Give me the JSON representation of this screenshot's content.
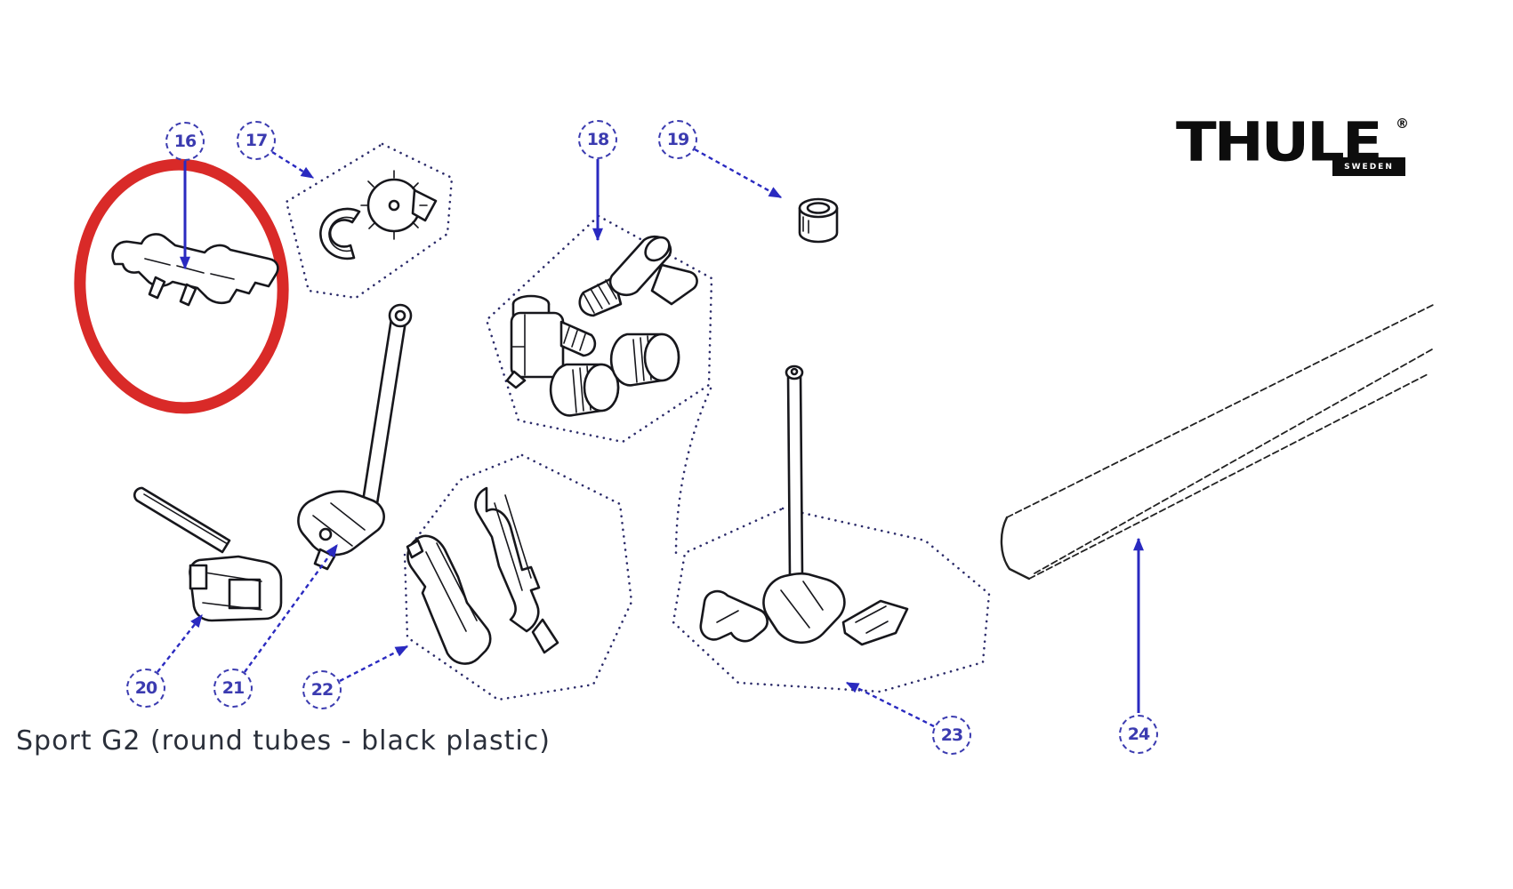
{
  "title": "Sport G2 (round tubes - black plastic)",
  "brand": {
    "wordmark": "THULE",
    "registered": "®",
    "country_label": "SWEDEN"
  },
  "callouts": [
    {
      "label": "16",
      "highlighted": true
    },
    {
      "label": "17",
      "highlighted": false
    },
    {
      "label": "18",
      "highlighted": false
    },
    {
      "label": "19",
      "highlighted": false
    },
    {
      "label": "20",
      "highlighted": false
    },
    {
      "label": "21",
      "highlighted": false
    },
    {
      "label": "22",
      "highlighted": false
    },
    {
      "label": "23",
      "highlighted": false
    },
    {
      "label": "24",
      "highlighted": false
    }
  ],
  "highlight": {
    "color": "#d92a28",
    "applies_to_callout": "16"
  },
  "colors": {
    "callout_blue": "#3b3bb0",
    "arrow_blue": "#2a2ac0",
    "drawing_line": "#17171c",
    "dotted_outline": "#2c2c6a",
    "title_text": "#2a2f3a",
    "logo_black": "#0d0d0d",
    "background": "#ffffff"
  }
}
